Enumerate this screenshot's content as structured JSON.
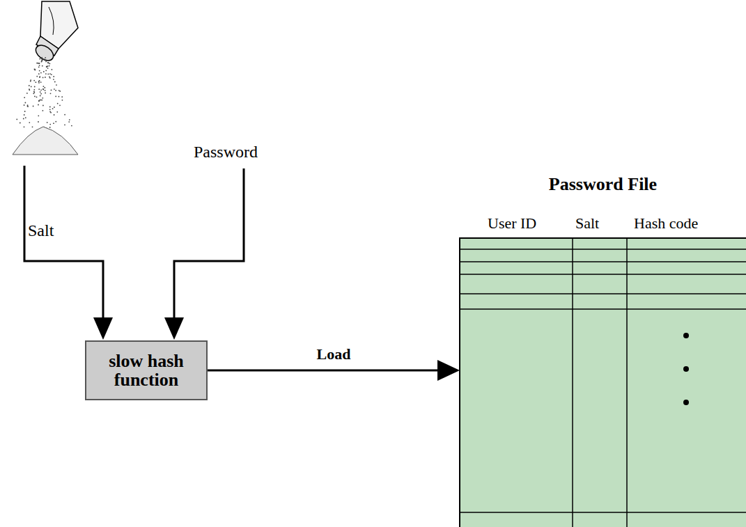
{
  "diagram": {
    "nodes": [
      {
        "text": [
          "slow hash function"
        ]
      },
      {
        "text": [
          "Password File",
          "User ID",
          "Salt",
          "Hash code"
        ]
      }
    ],
    "edges": [
      {
        "from": 0,
        "to": 1,
        "label": "Load",
        "arrow": "to"
      }
    ],
    "labels": [
      "Salt",
      "Password"
    ]
  }
}
